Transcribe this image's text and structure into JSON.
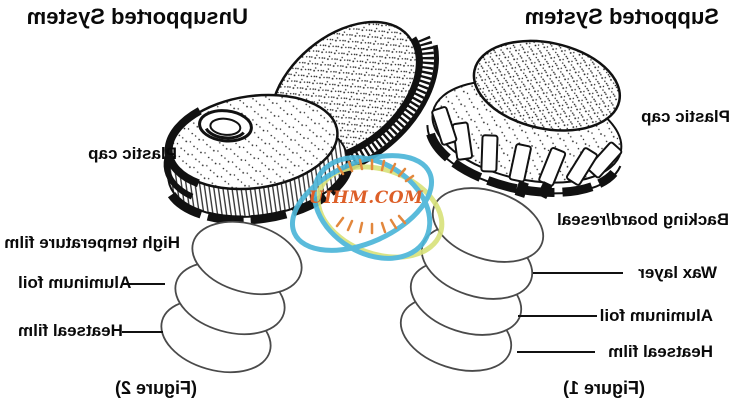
{
  "figure1": {
    "title": "Supported System",
    "caption": "(Figure 1)",
    "labels": {
      "plastic_cap": "Plastic cap",
      "backing_board": "Backing board/reseal",
      "wax_layer": "Wax layer",
      "aluminum_foil": "Aluminum foil",
      "heatseal_film": "Heatseal film"
    }
  },
  "figure2": {
    "title": "Unsupported System",
    "caption": "(Figure 2)",
    "labels": {
      "plastic_cap": "Plastic cap",
      "high_temperature_film": "High temperature film",
      "aluminum_foil": "Aluminum foil",
      "heatseal_film": "Heatseal film"
    }
  },
  "watermark": {
    "text": "UIHM.COM",
    "orange": "#dd5f28",
    "ray_orange": "#e2873d",
    "blue": "#4db6d8",
    "green": "#d9e27c"
  },
  "colors": {
    "ink": "#111111",
    "background": "#ffffff"
  }
}
